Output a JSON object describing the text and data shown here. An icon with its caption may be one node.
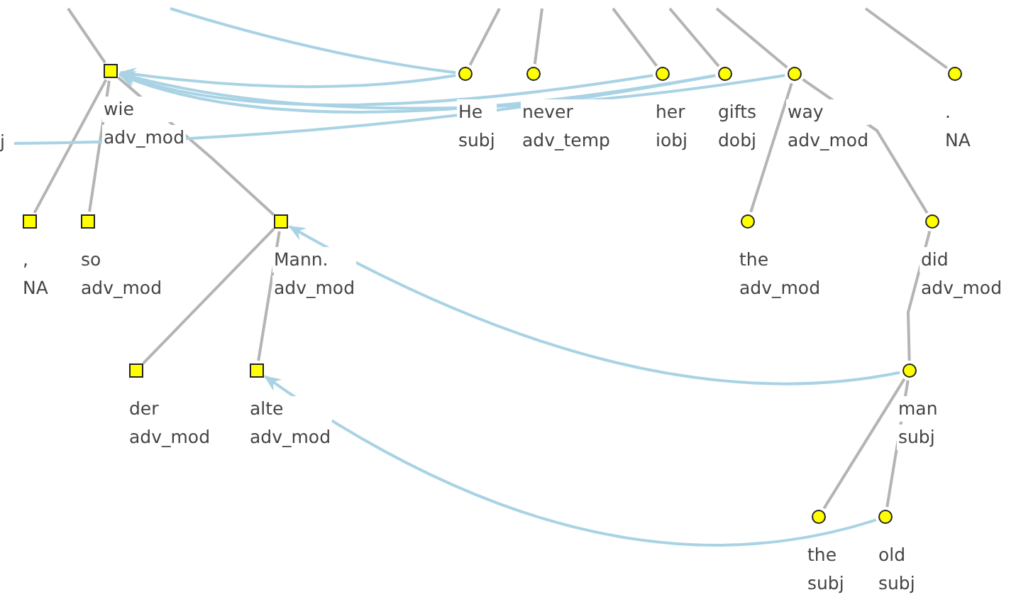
{
  "diagram": {
    "nodes": [
      {
        "text": [],
        "shape": "box",
        "beside": [
          "wie",
          "adv_mod"
        ]
      },
      {
        "text": [],
        "shape": "circle",
        "beside": [
          "He",
          "subj"
        ]
      },
      {
        "text": [],
        "shape": "circle",
        "beside": [
          "never",
          "adv_temp"
        ]
      },
      {
        "text": [],
        "shape": "circle",
        "beside": [
          "her",
          "iobj"
        ]
      },
      {
        "text": [],
        "shape": "circle",
        "beside": [
          "gifts",
          "dobj"
        ]
      },
      {
        "text": [],
        "shape": "circle",
        "beside": [
          "way",
          "adv_mod"
        ]
      },
      {
        "text": [],
        "shape": "circle",
        "beside": [
          ".",
          "NA"
        ]
      },
      {
        "text": [],
        "shape": "box",
        "beside": [
          ",",
          "NA"
        ]
      },
      {
        "text": [],
        "shape": "box",
        "beside": [
          "so",
          "adv_mod"
        ]
      },
      {
        "text": [],
        "shape": "box",
        "beside": [
          "Mann.",
          "adv_mod"
        ]
      },
      {
        "text": [],
        "shape": "circle",
        "beside": [
          "the",
          "adv_mod"
        ]
      },
      {
        "text": [],
        "shape": "circle",
        "beside": [
          "did",
          "adv_mod"
        ]
      },
      {
        "text": [],
        "shape": "box",
        "beside": [
          "der",
          "adv_mod"
        ]
      },
      {
        "text": [],
        "shape": "box",
        "beside": [
          "alte",
          "adv_mod"
        ]
      },
      {
        "text": [],
        "shape": "circle",
        "beside": [
          "man",
          "subj"
        ]
      },
      {
        "text": [],
        "shape": "circle",
        "beside": [
          "the",
          "subj"
        ]
      },
      {
        "text": [],
        "shape": "circle",
        "beside": [
          "old",
          "subj"
        ]
      },
      {
        "text": [
          "j"
        ]
      }
    ],
    "edges": [
      {
        "from": null,
        "to": 0,
        "arrow": "none"
      },
      {
        "from": 0,
        "to": 7,
        "arrow": "none"
      },
      {
        "from": 0,
        "to": 8,
        "arrow": "none"
      },
      {
        "from": 0,
        "to": 9,
        "arrow": "none"
      },
      {
        "from": 9,
        "to": 12,
        "arrow": "none"
      },
      {
        "from": 9,
        "to": 13,
        "arrow": "none"
      },
      {
        "from": null,
        "to": 1,
        "arrow": "none"
      },
      {
        "from": null,
        "to": 2,
        "arrow": "none"
      },
      {
        "from": null,
        "to": 3,
        "arrow": "none"
      },
      {
        "from": null,
        "to": 4,
        "arrow": "none"
      },
      {
        "from": null,
        "to": 5,
        "arrow": "none"
      },
      {
        "from": null,
        "to": 6,
        "arrow": "none"
      },
      {
        "from": 5,
        "to": 10,
        "arrow": "none"
      },
      {
        "from": 5,
        "to": 11,
        "arrow": "none"
      },
      {
        "from": 11,
        "to": 14,
        "arrow": "none"
      },
      {
        "from": 14,
        "to": 15,
        "arrow": "none"
      },
      {
        "from": 14,
        "to": 16,
        "arrow": "none"
      },
      {
        "from": null,
        "to": 1,
        "arrow": "none",
        "color": "#a9d3e4"
      },
      {
        "from": 1,
        "to": 0,
        "arrow": "to",
        "color": "#a9d3e4"
      },
      {
        "from": 3,
        "to": 0,
        "arrow": "to",
        "color": "#a9d3e4"
      },
      {
        "from": 4,
        "to": 0,
        "arrow": "to",
        "color": "#a9d3e4"
      },
      {
        "from": 5,
        "to": 0,
        "arrow": "to",
        "color": "#a9d3e4"
      },
      {
        "from": 17,
        "to": 4,
        "arrow": "none",
        "color": "#a9d3e4"
      },
      {
        "from": 14,
        "to": 9,
        "arrow": "to",
        "color": "#a9d3e4"
      },
      {
        "from": 16,
        "to": 13,
        "arrow": "to",
        "color": "#a9d3e4"
      }
    ]
  }
}
